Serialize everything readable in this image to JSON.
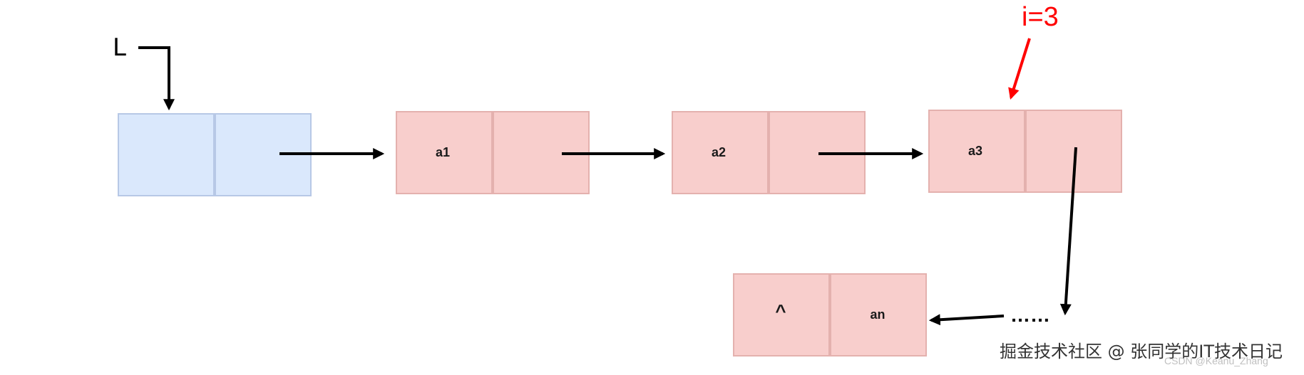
{
  "diagram": {
    "head_pointer_label": "L",
    "position_marker_label": "i=3",
    "head_node": {
      "data": "",
      "next": ""
    },
    "nodes": [
      {
        "data": "a1",
        "next": ""
      },
      {
        "data": "a2",
        "next": ""
      },
      {
        "data": "a3",
        "next": ""
      }
    ],
    "ellipsis": "……",
    "last_node": {
      "left": "^",
      "right": "an"
    }
  },
  "watermark": {
    "main": "掘金技术社区 @ 张同学的IT技术日记",
    "sub": "CSDN @Keanu_Zhang"
  },
  "colors": {
    "head_fill": "#dae8fc",
    "node_fill": "#f8cecc",
    "marker": "#ff0000",
    "arrow": "#000000"
  }
}
